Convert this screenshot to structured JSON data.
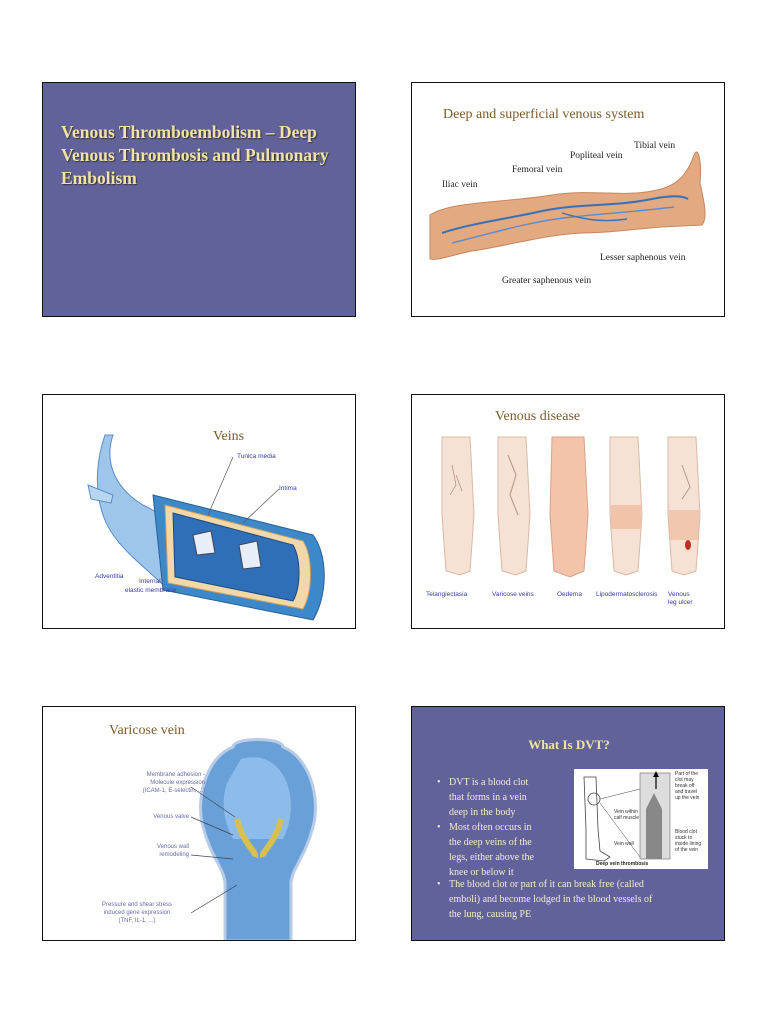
{
  "slides": [
    {
      "title": "Venous Thromboembolism – Deep Venous Thrombosis and Pulmonary Embolism"
    },
    {
      "title": "Deep and superficial venous system",
      "labels": {
        "tibial": "Tibial vein",
        "popliteal": "Popliteal vein",
        "femoral": "Femoral vein",
        "iliac": "Iliac vein",
        "lesser": "Lesser saphenous vein",
        "greater": "Greater saphenous vein"
      }
    },
    {
      "title": "Veins",
      "labels": {
        "tunica": "Tunica media",
        "intima": "Intima",
        "adventitia": "Adventitia",
        "inner": "Internal",
        "inner2": "elastic membrane"
      }
    },
    {
      "title": "Venous disease",
      "labels": [
        "Telangiectasia",
        "Varicose veins",
        "Oedema",
        "Lipodermatosclerosis",
        "Venous",
        "leg ulcer"
      ]
    },
    {
      "title": "Varicose vein",
      "labels": {
        "membrane1": "Membrane adhesion -",
        "membrane2": "Molecule expression",
        "membrane3": "(ICAM-1, E-selectin, ...)",
        "valve": "Venous valve",
        "wall1": "Venous wall",
        "wall2": "remodeling",
        "pressure1": "Pressure and shear stress",
        "pressure2": "induced gene expression",
        "pressure3": "(TNF, IL-1, ...)"
      }
    },
    {
      "title": "What Is DVT?",
      "bullets": [
        [
          "DVT is a blood clot",
          "that forms in a vein",
          "deep in the body"
        ],
        [
          "Most often occurs in",
          "the deep veins of the",
          "legs, either above the",
          "knee or below it"
        ],
        [
          "The blood clot or part of it can break free (called",
          "emboli) and become lodged in the blood vessels of",
          "the lung, causing PE"
        ]
      ],
      "figure": {
        "vein_calf": "Vein within",
        "vein_calf2": "calf muscle",
        "vein_wall": "Vein wall",
        "part1": "Part of the",
        "part2": "clot may",
        "part3": "break off",
        "part4": "and travel",
        "part5": "up the vein",
        "stuck1": "Blood clot",
        "stuck2": "stuck to",
        "stuck3": "inside lining",
        "stuck4": "of the vein",
        "caption": "Deep vein thrombosis"
      }
    }
  ]
}
